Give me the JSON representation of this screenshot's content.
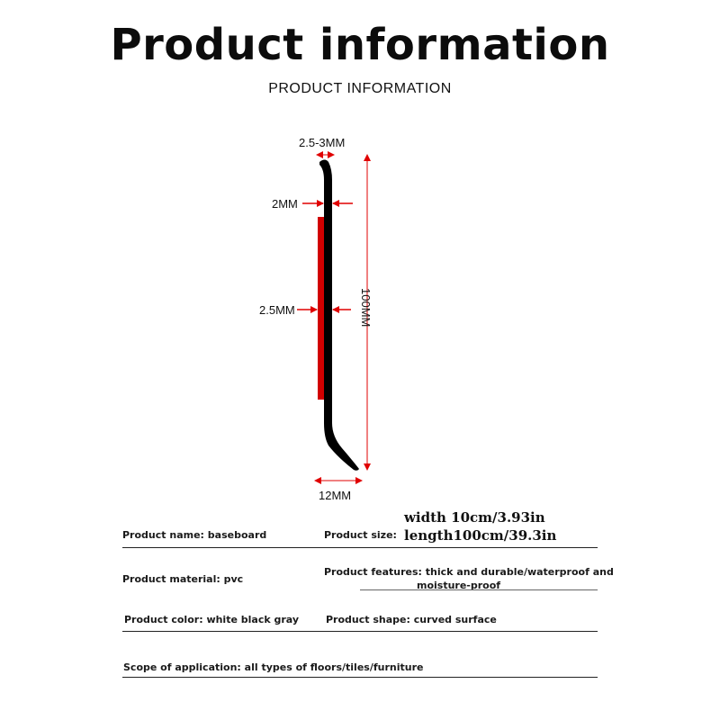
{
  "header": {
    "title": "Product information",
    "subtitle": "PRODUCT INFORMATION"
  },
  "diagram": {
    "top_width": "2.5-3MM",
    "upper_thickness": "2MM",
    "lower_thickness": "2.5MM",
    "height": "100MM",
    "bottom_width": "12MM",
    "colors": {
      "profile": "#000000",
      "strip": "#d10000",
      "arrow": "#e00000"
    }
  },
  "specs": {
    "name_label": "Product name:",
    "name_value": "baseboard",
    "size_label": "Product size:",
    "size_width": "width  10cm/3.93in",
    "size_length": "length100cm/39.3in",
    "material_label": "Product material:",
    "material_value": "pvc",
    "features_label": "Product features:",
    "features_line1": "thick and durable/waterproof and",
    "features_line2": "moisture-proof",
    "color_label": "Product color:",
    "color_value": "white black gray",
    "shape_label": "Product shape:",
    "shape_value": "curved surface",
    "scope_label": "Scope of application:",
    "scope_value": "all types of floors/tiles/furniture"
  }
}
